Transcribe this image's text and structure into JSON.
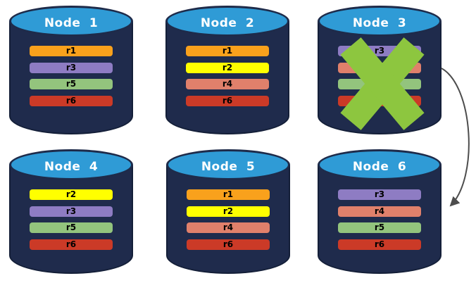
{
  "colors": {
    "background": "#FFFFFF",
    "cylinder_body": "#1F2B4C",
    "cylinder_outline": "#141F38",
    "cylinder_top": "#2F9BD6",
    "node_title_text": "#FFFFFF",
    "replica_label_text": "#000000",
    "failure_x": "#8DC63F",
    "arrow": "#4D4D4D"
  },
  "replica_palette": {
    "r1": "#F9A11C",
    "r2": "#FFFF00",
    "r3": "#8E7CC3",
    "r4": "#E0806B",
    "r5": "#93C47D",
    "r6": "#CB3A27"
  },
  "nodes": [
    {
      "title": "Node 1",
      "failed": false,
      "replicas": [
        {
          "label": "r1",
          "color": "#F9A11C"
        },
        {
          "label": "r3",
          "color": "#8E7CC3"
        },
        {
          "label": "r5",
          "color": "#93C47D"
        },
        {
          "label": "r6",
          "color": "#CB3A27"
        }
      ]
    },
    {
      "title": "Node 2",
      "failed": false,
      "replicas": [
        {
          "label": "r1",
          "color": "#F9A11C"
        },
        {
          "label": "r2",
          "color": "#FFFF00"
        },
        {
          "label": "r4",
          "color": "#E0806B"
        },
        {
          "label": "r6",
          "color": "#CB3A27"
        }
      ]
    },
    {
      "title": "Node 3",
      "failed": true,
      "replicas": [
        {
          "label": "r3",
          "color": "#8E7CC3"
        },
        {
          "label": "r4",
          "color": "#E0806B"
        },
        {
          "label": "r5",
          "color": "#93C47D"
        },
        {
          "label": "r6",
          "color": "#CB3A27"
        }
      ]
    },
    {
      "title": "Node 4",
      "failed": false,
      "replicas": [
        {
          "label": "r2",
          "color": "#FFFF00"
        },
        {
          "label": "r3",
          "color": "#8E7CC3"
        },
        {
          "label": "r5",
          "color": "#93C47D"
        },
        {
          "label": "r6",
          "color": "#CB3A27"
        }
      ]
    },
    {
      "title": "Node 5",
      "failed": false,
      "replicas": [
        {
          "label": "r1",
          "color": "#F9A11C"
        },
        {
          "label": "r2",
          "color": "#FFFF00"
        },
        {
          "label": "r4",
          "color": "#E0806B"
        },
        {
          "label": "r6",
          "color": "#CB3A27"
        }
      ]
    },
    {
      "title": "Node 6",
      "failed": false,
      "replicas": [
        {
          "label": "r3",
          "color": "#8E7CC3"
        },
        {
          "label": "r4",
          "color": "#E0806B"
        },
        {
          "label": "r5",
          "color": "#93C47D"
        },
        {
          "label": "r6",
          "color": "#CB3A27"
        }
      ]
    }
  ],
  "annotations": {
    "failure_x": {
      "on_node": "Node 3"
    },
    "failover_arrow": {
      "from": "Node 3",
      "to": "Node 6"
    }
  }
}
